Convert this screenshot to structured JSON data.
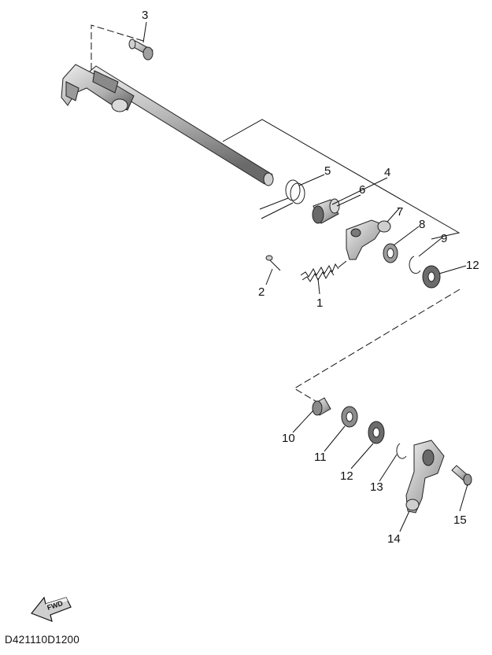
{
  "callouts": [
    {
      "id": "c1",
      "label": "1"
    },
    {
      "id": "c2",
      "label": "2"
    },
    {
      "id": "c3",
      "label": "3"
    },
    {
      "id": "c4",
      "label": "4"
    },
    {
      "id": "c5",
      "label": "5"
    },
    {
      "id": "c6",
      "label": "6"
    },
    {
      "id": "c7",
      "label": "7"
    },
    {
      "id": "c8",
      "label": "8"
    },
    {
      "id": "c9",
      "label": "9"
    },
    {
      "id": "c10",
      "label": "10"
    },
    {
      "id": "c11",
      "label": "11"
    },
    {
      "id": "c12a",
      "label": "12"
    },
    {
      "id": "c12b",
      "label": "12"
    },
    {
      "id": "c13",
      "label": "13"
    },
    {
      "id": "c14",
      "label": "14"
    },
    {
      "id": "c15",
      "label": "15"
    }
  ],
  "fwd_label": "FWD",
  "diagram_code": "D421110D1200",
  "colors": {
    "line": "#111111",
    "part_light": "#e6e6e6",
    "part_mid": "#b5b5b5",
    "part_dark": "#6e6e6e"
  }
}
